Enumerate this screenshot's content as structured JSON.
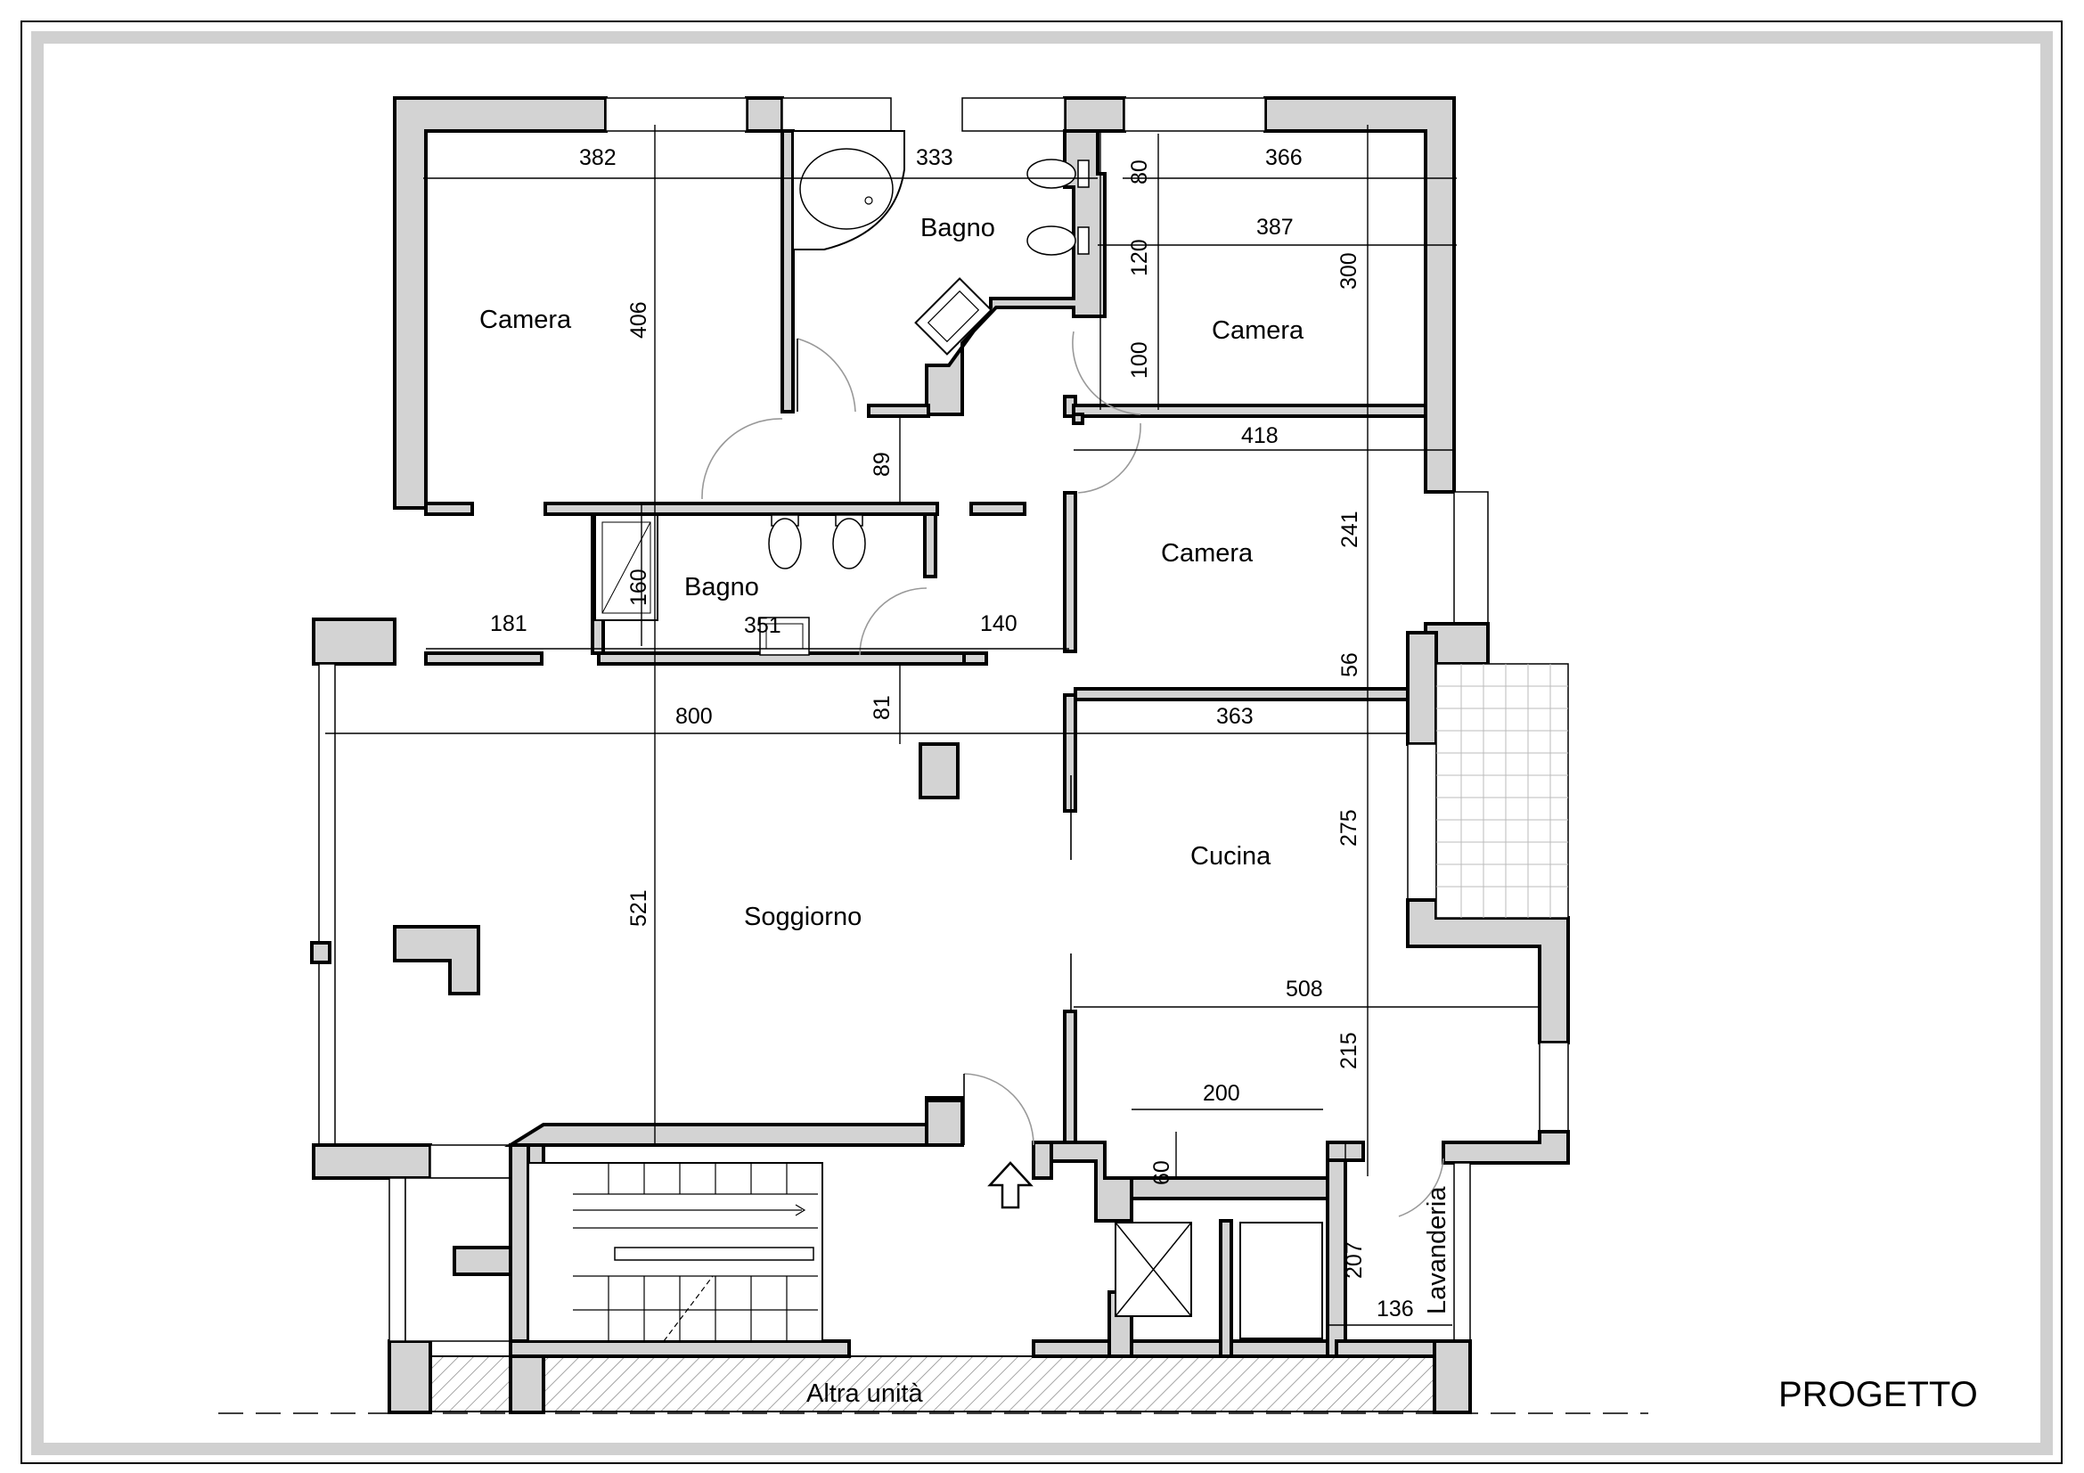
{
  "plan": {
    "title": "PROGETTO",
    "neighbour_label": "Altra unità",
    "rooms": {
      "camera_nw": "Camera",
      "bagno_top": "Bagno",
      "camera_ne": "Camera",
      "camera_e": "Camera",
      "bagno_mid": "Bagno",
      "soggiorno": "Soggiorno",
      "cucina": "Cucina",
      "lavanderia": "Lavanderia"
    },
    "dimensions": {
      "d382": "382",
      "d333": "333",
      "d80": "80",
      "d366": "366",
      "d387": "387",
      "d120": "120",
      "d300": "300",
      "d406": "406",
      "d100": "100",
      "d418": "418",
      "d89": "89",
      "d241": "241",
      "d160": "160",
      "d181": "181",
      "d351": "351",
      "d140": "140",
      "d56": "56",
      "d800": "800",
      "d81": "81",
      "d363": "363",
      "d275": "275",
      "d521": "521",
      "d508": "508",
      "d215": "215",
      "d200": "200",
      "d60": "60",
      "d207": "207",
      "d136": "136"
    },
    "icons": [
      "entrance-arrow-icon",
      "corner-bathtub-icon",
      "toilet-icon",
      "bidet-icon",
      "washbasin-icon",
      "shower-icon",
      "elevator-icon",
      "staircase-icon"
    ]
  }
}
